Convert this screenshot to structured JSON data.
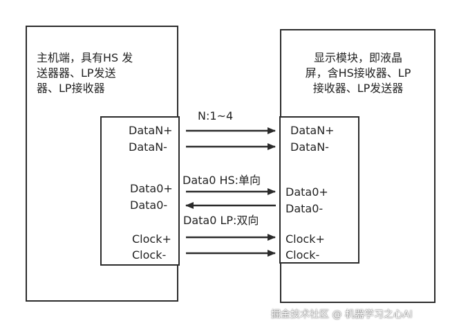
{
  "host": {
    "lines": [
      "主机端，具有HS 发",
      "送器器、LP发送",
      "器、LP接收器"
    ],
    "pins": [
      "DataN+",
      "DataN-",
      "Data0+",
      "Data0-",
      "Clock+",
      "Clock-"
    ]
  },
  "display": {
    "lines": [
      "显示模块，即液晶",
      "屏，含HS接收器、LP",
      "接收器、LP发送器"
    ],
    "pins": [
      "DataN+",
      "DataN-",
      "Data0+",
      "Data0-",
      "Clock+",
      "Clock-"
    ]
  },
  "labels": {
    "lanes": "N:1~4",
    "data0_hs": "Data0 HS:单向",
    "data0_lp": "Data0 LP:双向"
  },
  "watermark": "掘金技术社区 @ 机器学习之心AI"
}
